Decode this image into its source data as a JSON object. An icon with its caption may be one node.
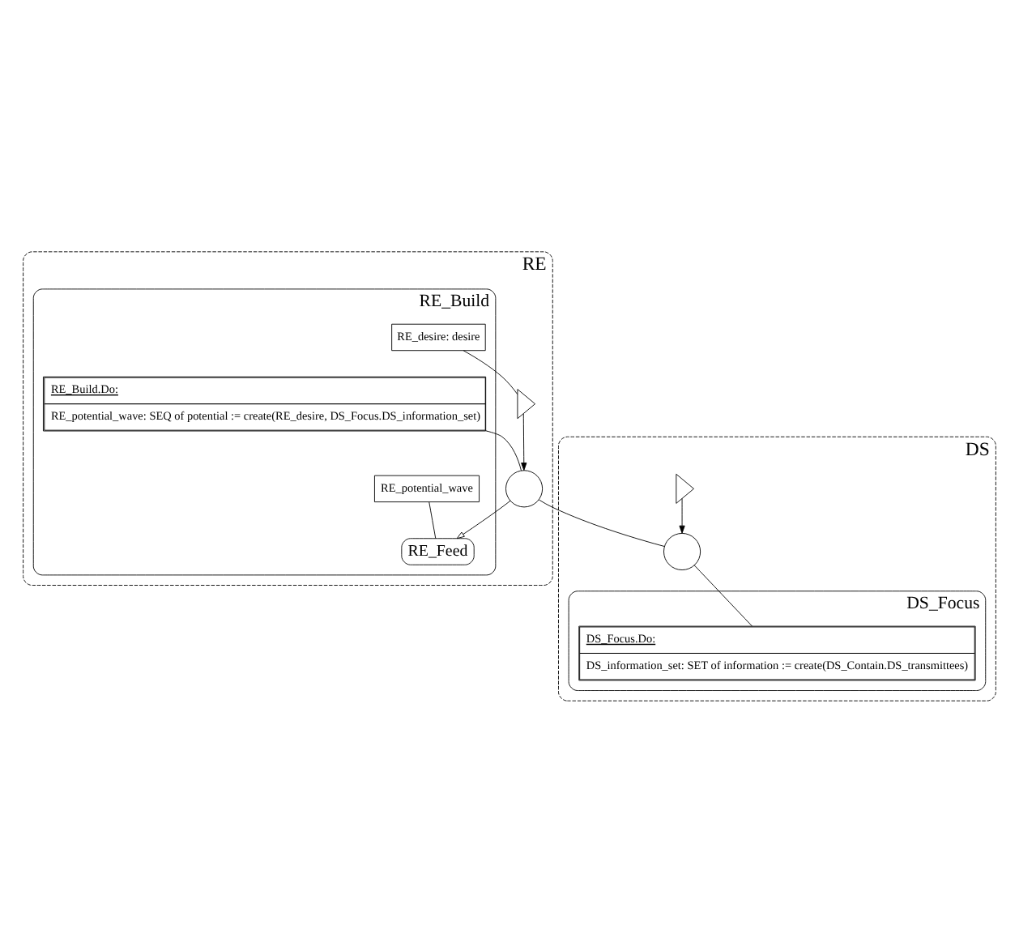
{
  "diagram": {
    "nodes": [
      {
        "text": [
          "RE"
        ]
      },
      {
        "text": [
          "RE_Build"
        ],
        "in": 0
      },
      {
        "text": [
          "RE_desire: desire"
        ],
        "in": 1
      },
      {
        "text": [
          "RE_Build.Do:",
          "RE_potential_wave: SEQ of potential := create(RE_desire, DS_Focus.DS_information_set)"
        ],
        "in": 1
      },
      {
        "text": [
          "RE_potential_wave"
        ],
        "in": 1
      },
      {
        "text": [
          "RE_Feed"
        ],
        "in": 1
      },
      {
        "text": [],
        "shape": "triangle",
        "in": 0
      },
      {
        "text": [],
        "shape": "semicircle",
        "in": 0
      },
      {
        "text": [
          "DS"
        ]
      },
      {
        "text": [
          "DS_Focus"
        ],
        "in": 8
      },
      {
        "text": [],
        "shape": "semicircle",
        "in": 8
      },
      {
        "text": [],
        "shape": "triangle",
        "in": 8
      },
      {
        "text": [
          "DS_Focus.Do:",
          "DS_information_set: SET of information := create(DS_Contain.DS_transmittees)"
        ],
        "in": 9
      }
    ],
    "edges": [
      {
        "from": 2,
        "to": 6,
        "arrow": "none"
      },
      {
        "from": 6,
        "to": 7,
        "arrow": "to"
      },
      {
        "from": 3,
        "to": 7,
        "arrow": "none"
      },
      {
        "from": 4,
        "to": 5,
        "arrow": "none"
      },
      {
        "from": 7,
        "to": 5,
        "arrow": "to"
      },
      {
        "from": 7,
        "to": 10,
        "arrow": "none"
      },
      {
        "from": 11,
        "to": 10,
        "arrow": "to"
      },
      {
        "from": 10,
        "to": 12,
        "arrow": "none"
      }
    ]
  }
}
